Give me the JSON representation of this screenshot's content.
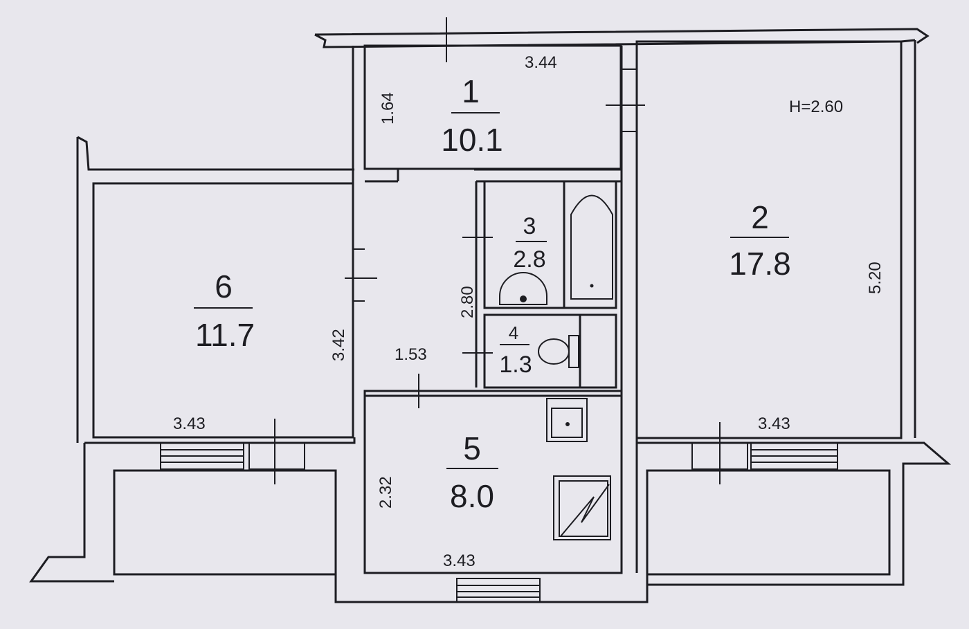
{
  "plan": {
    "ceiling_height": "H=2.60",
    "rooms": [
      {
        "number": "1",
        "area": "10.1"
      },
      {
        "number": "2",
        "area": "17.8"
      },
      {
        "number": "3",
        "area": "2.8"
      },
      {
        "number": "4",
        "area": "1.3"
      },
      {
        "number": "5",
        "area": "8.0"
      },
      {
        "number": "6",
        "area": "11.7"
      }
    ],
    "dimensions": {
      "room1_width": "3.44",
      "room1_depth": "1.64",
      "room2_depth": "5.20",
      "room2_width": "3.43",
      "room6_depth": "3.42",
      "room6_width": "3.43",
      "corridor_width": "1.53",
      "bath_depth": "2.80",
      "kitchen_depth": "2.32",
      "kitchen_width": "3.43"
    }
  }
}
